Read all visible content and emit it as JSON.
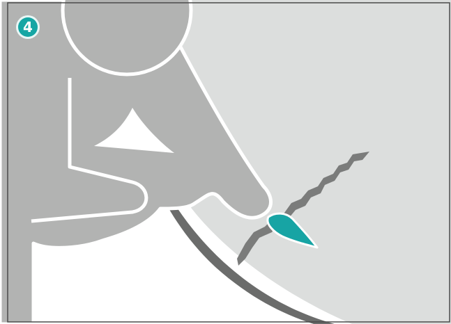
{
  "step": {
    "number": "4"
  },
  "colors": {
    "surface": "#dcdedd",
    "hand": "#b2b3b2",
    "hand_outline": "#ffffff",
    "crack": "#7b7c7b",
    "lens_edge": "#6b6c6b",
    "applicator_tip": "#17a4a4",
    "badge": "#16a6a4",
    "frame": "#4a4a4a"
  },
  "icons": {
    "surface": "lens-surface",
    "crack": "crack-line",
    "hand": "pointing-hand",
    "applicator": "applicator-tip"
  }
}
